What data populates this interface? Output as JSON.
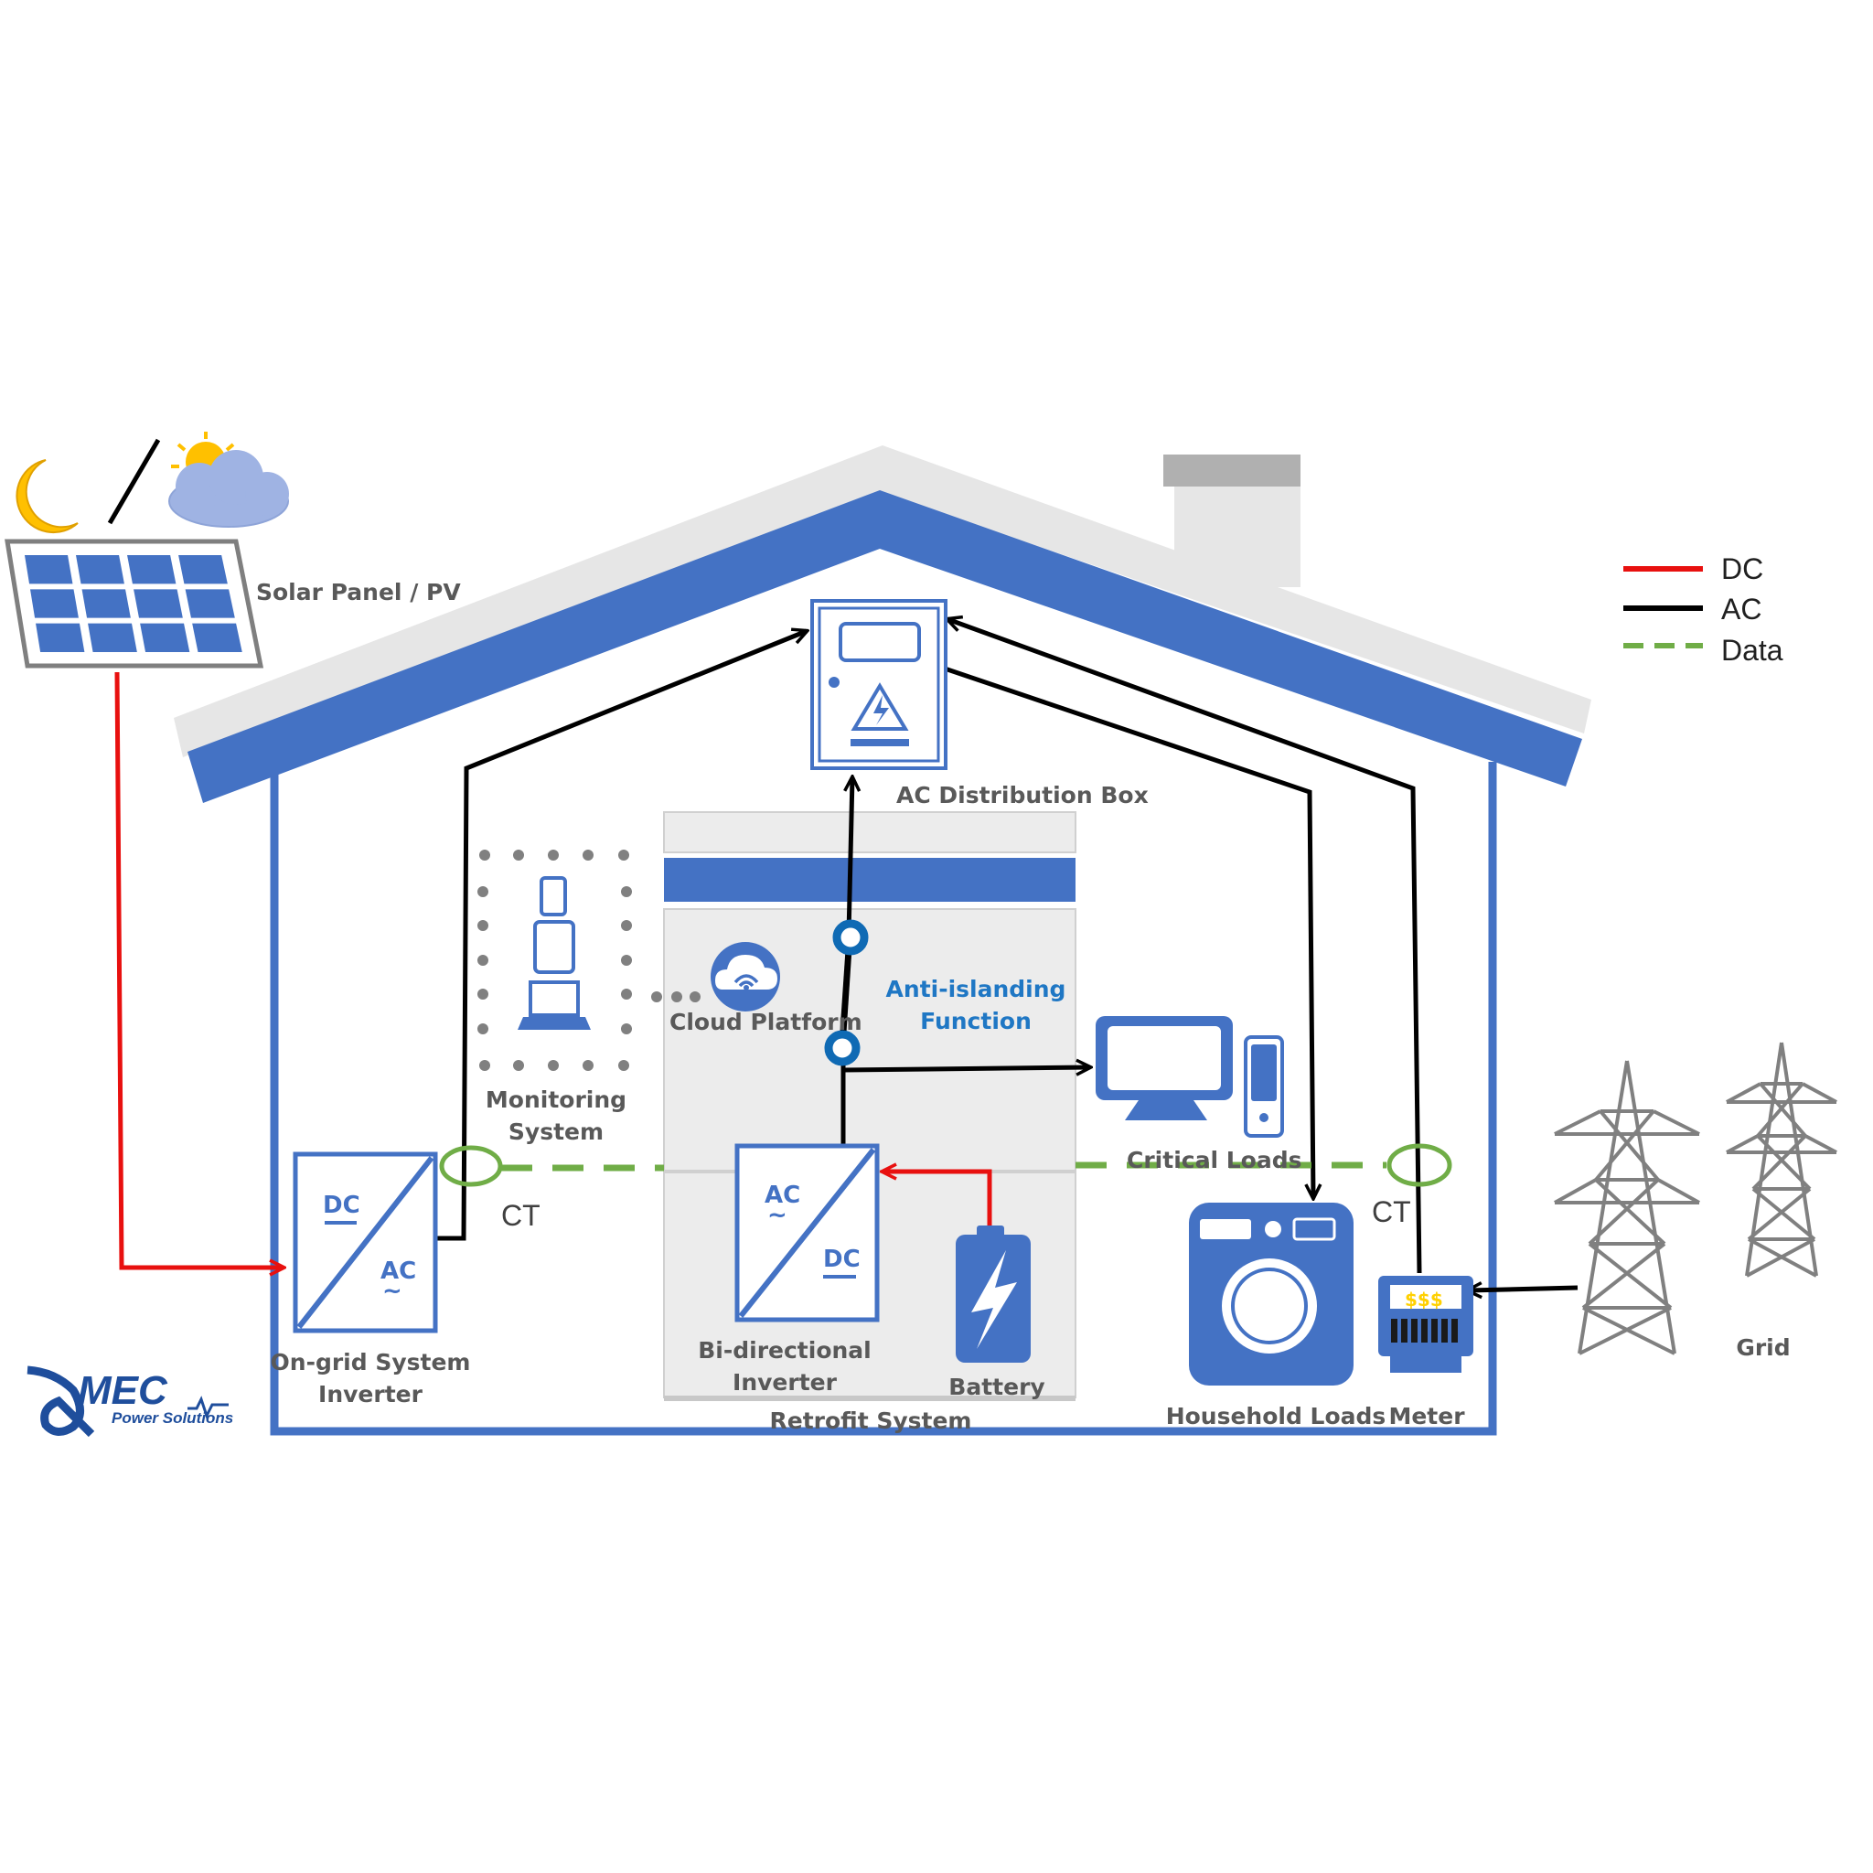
{
  "labels": {
    "solar_panel": "Solar Panel / PV",
    "ac_distribution_box": "AC Distribution Box",
    "monitoring_line1": "Monitoring",
    "monitoring_line2": "System",
    "cloud_platform": "Cloud Platform",
    "anti_islanding_line1": "Anti-islanding",
    "anti_islanding_line2": "Function",
    "critical_loads": "Critical Loads",
    "ct_left": "CT",
    "ct_right": "CT",
    "ongrid_line1": "On-grid System",
    "ongrid_line2": "Inverter",
    "bidir_line1": "Bi-directional",
    "bidir_line2": "Inverter",
    "battery": "Battery",
    "retrofit_system": "Retrofit System",
    "household_loads": "Household Loads",
    "meter": "Meter",
    "grid": "Grid"
  },
  "inverter_text": {
    "dc": "DC",
    "ac": "AC",
    "tilde": "~"
  },
  "meter_display": "$$$",
  "legend": [
    {
      "label": "DC",
      "color": "#e8100f",
      "style": "solid"
    },
    {
      "label": "AC",
      "color": "#000000",
      "style": "solid"
    },
    {
      "label": "Data",
      "color": "#70ad47",
      "style": "dashed"
    }
  ],
  "logo": {
    "name": "MEC",
    "tagline": "Power Solutions"
  },
  "colors": {
    "house_blue": "#4472c4",
    "roof_grey": "#e6e6e6",
    "dc_line": "#e8100f",
    "ac_line": "#000000",
    "data_line": "#70ad47",
    "relay_blue": "#0f6ab4",
    "tower_grey": "#808080"
  }
}
